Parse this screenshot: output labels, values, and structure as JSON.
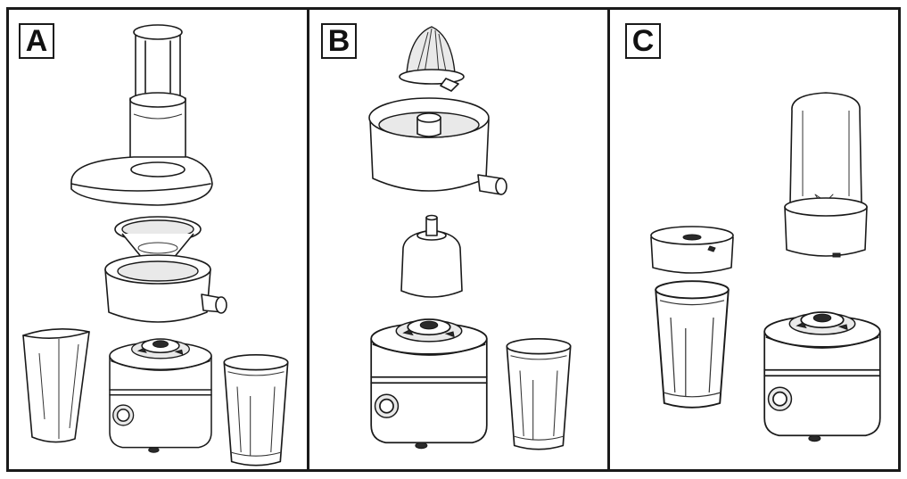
{
  "panels": [
    {
      "label": "A",
      "part_icons": [
        "food-pusher-icon",
        "juicer-lid-icon",
        "filter-basket-icon",
        "juice-collector-icon",
        "pulp-container-icon",
        "motor-base-icon",
        "tumbler-icon"
      ]
    },
    {
      "label": "B",
      "part_icons": [
        "citrus-reamer-icon",
        "citrus-bowl-icon",
        "drive-adapter-icon",
        "motor-base-icon",
        "tumbler-icon"
      ]
    },
    {
      "label": "C",
      "part_icons": [
        "blender-jar-icon",
        "blade-assembly-icon",
        "tumbler-icon",
        "motor-base-icon"
      ]
    }
  ],
  "colors": {
    "line": "#1a1a1a",
    "fill": "#ffffff",
    "shade": "#e9e9e9",
    "dark": "#2a2a2a"
  }
}
